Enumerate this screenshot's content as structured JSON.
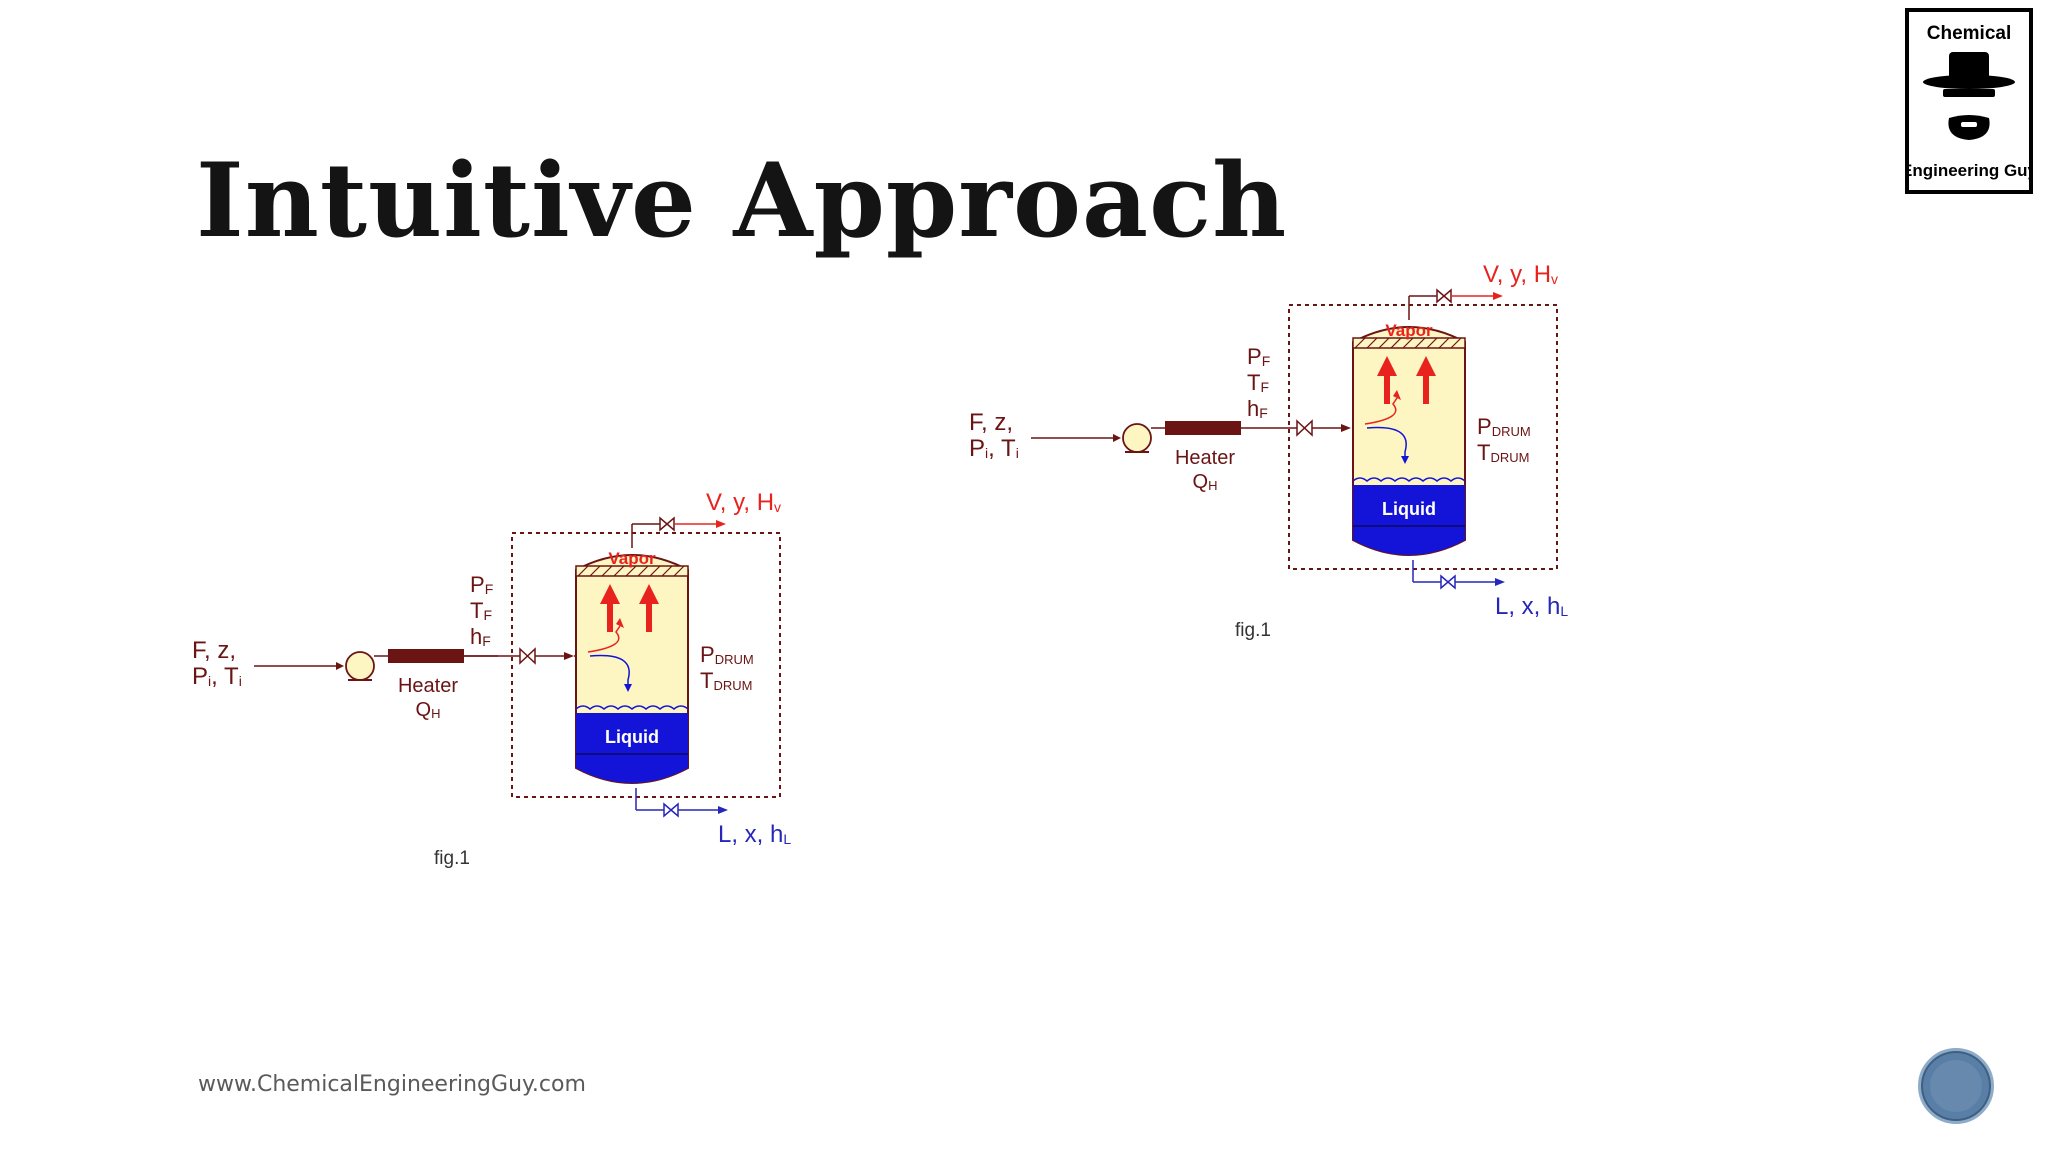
{
  "slide": {
    "title": "Intuitive Approach",
    "footer_url": "www.ChemicalEngineeringGuy.com"
  },
  "logo": {
    "line1": "Chemical",
    "line2": "Engineering Guy",
    "icon": "hat-and-goatee-icon"
  },
  "nav": {
    "icon": "circle-next-button-icon"
  },
  "diagram": {
    "feed_line1": "F, z,",
    "feed_P": "P",
    "feed_P_sub": "i",
    "feed_T": "T",
    "feed_T_sub": "i",
    "heater": "Heater",
    "heat_duty": "Q",
    "heat_duty_sub": "H",
    "PF": "P",
    "PF_sub": "F",
    "TF": "T",
    "TF_sub": "F",
    "hF": "h",
    "hF_sub": "F",
    "vapor": "Vapor",
    "liquid": "Liquid",
    "P_drum": "P",
    "P_drum_sub": "DRUM",
    "T_drum": "T",
    "T_drum_sub": "DRUM",
    "vapor_out": "V, y, H",
    "vapor_out_sub": "v",
    "liquid_out": "L, x, h",
    "liquid_out_sub": "L",
    "caption": "fig.1"
  },
  "colors": {
    "vapor_red": "#e8231e",
    "liquid_blue": "#1414d8",
    "vessel_fill": "#fdf5c2",
    "line_maroon": "#6b1414",
    "liquid_out_blue": "#2626b8"
  }
}
